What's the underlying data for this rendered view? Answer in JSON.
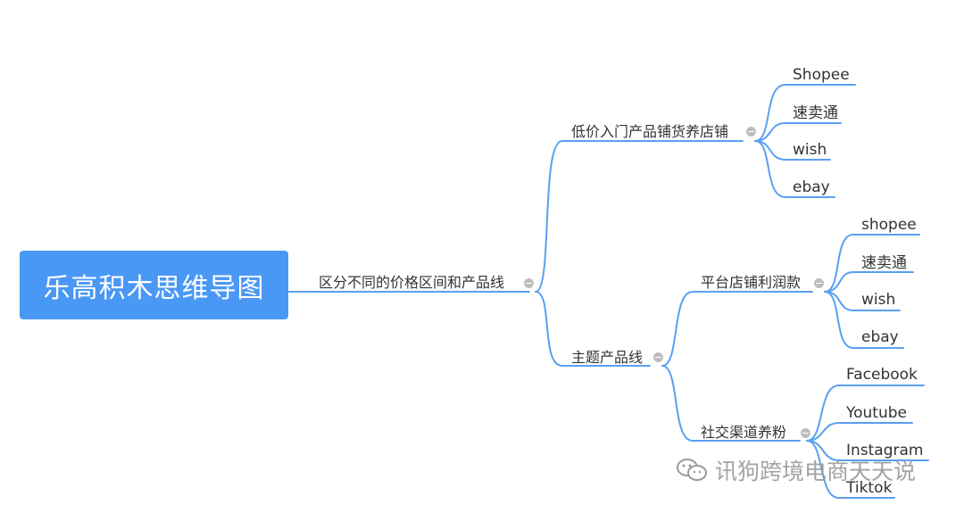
{
  "root": {
    "label": "乐高积木思维导图"
  },
  "level1": {
    "label": "区分不同的价格区间和产品线"
  },
  "branches": [
    {
      "label": "低价入门产品铺货养店铺",
      "children": [
        "Shopee",
        "速卖通",
        "wish",
        "ebay"
      ]
    },
    {
      "label": "主题产品线",
      "children": [
        {
          "label": "平台店铺利润款",
          "children": [
            "shopee",
            "速卖通",
            "wish",
            "ebay"
          ]
        },
        {
          "label": "社交渠道养粉",
          "children": [
            "Facebook",
            "Youtube",
            "Instagram",
            "Tiktok"
          ]
        }
      ]
    }
  ],
  "watermark": {
    "text": "讯狗跨境电商天天说",
    "icon": "wechat-icon"
  },
  "colors": {
    "root_bg": "#4a98f5",
    "line": "#5aa0f0",
    "collapse": "#bdbdbd",
    "text": "#333333"
  }
}
